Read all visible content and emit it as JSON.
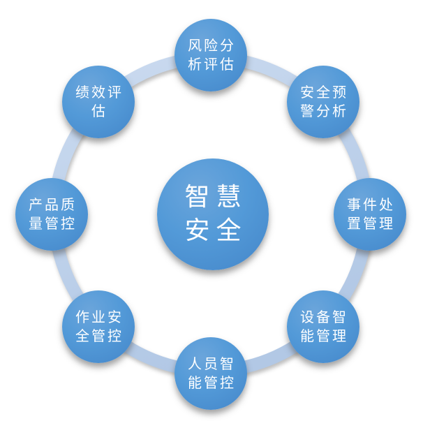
{
  "diagram": {
    "type": "cycle",
    "center": {
      "label": "智慧\n安全",
      "full_text": "智慧安全"
    },
    "nodes": [
      {
        "label": "风险分\n析评估",
        "full_text": "风险分析评估",
        "position": "top"
      },
      {
        "label": "安全预\n警分析",
        "full_text": "安全预警分析",
        "position": "top-right"
      },
      {
        "label": "事件处\n置管理",
        "full_text": "事件处置管理",
        "position": "right"
      },
      {
        "label": "设备智\n能管理",
        "full_text": "设备智能管理",
        "position": "bottom-right"
      },
      {
        "label": "人员智\n能管控",
        "full_text": "人员智能管控",
        "position": "bottom"
      },
      {
        "label": "作业安\n全管控",
        "full_text": "作业安全管控",
        "position": "bottom-left"
      },
      {
        "label": "产品质\n量管控",
        "full_text": "产品质量管控",
        "position": "left"
      },
      {
        "label": "绩效评\n估",
        "full_text": "绩效评估",
        "position": "top-left"
      }
    ],
    "colors": {
      "node_fill_light": "#6ba5db",
      "node_fill_dark": "#4486c9",
      "ring_light": "#cbdbf0",
      "ring_dark": "#b2c8e5",
      "text": "#ffffff",
      "background": "#ffffff"
    }
  }
}
